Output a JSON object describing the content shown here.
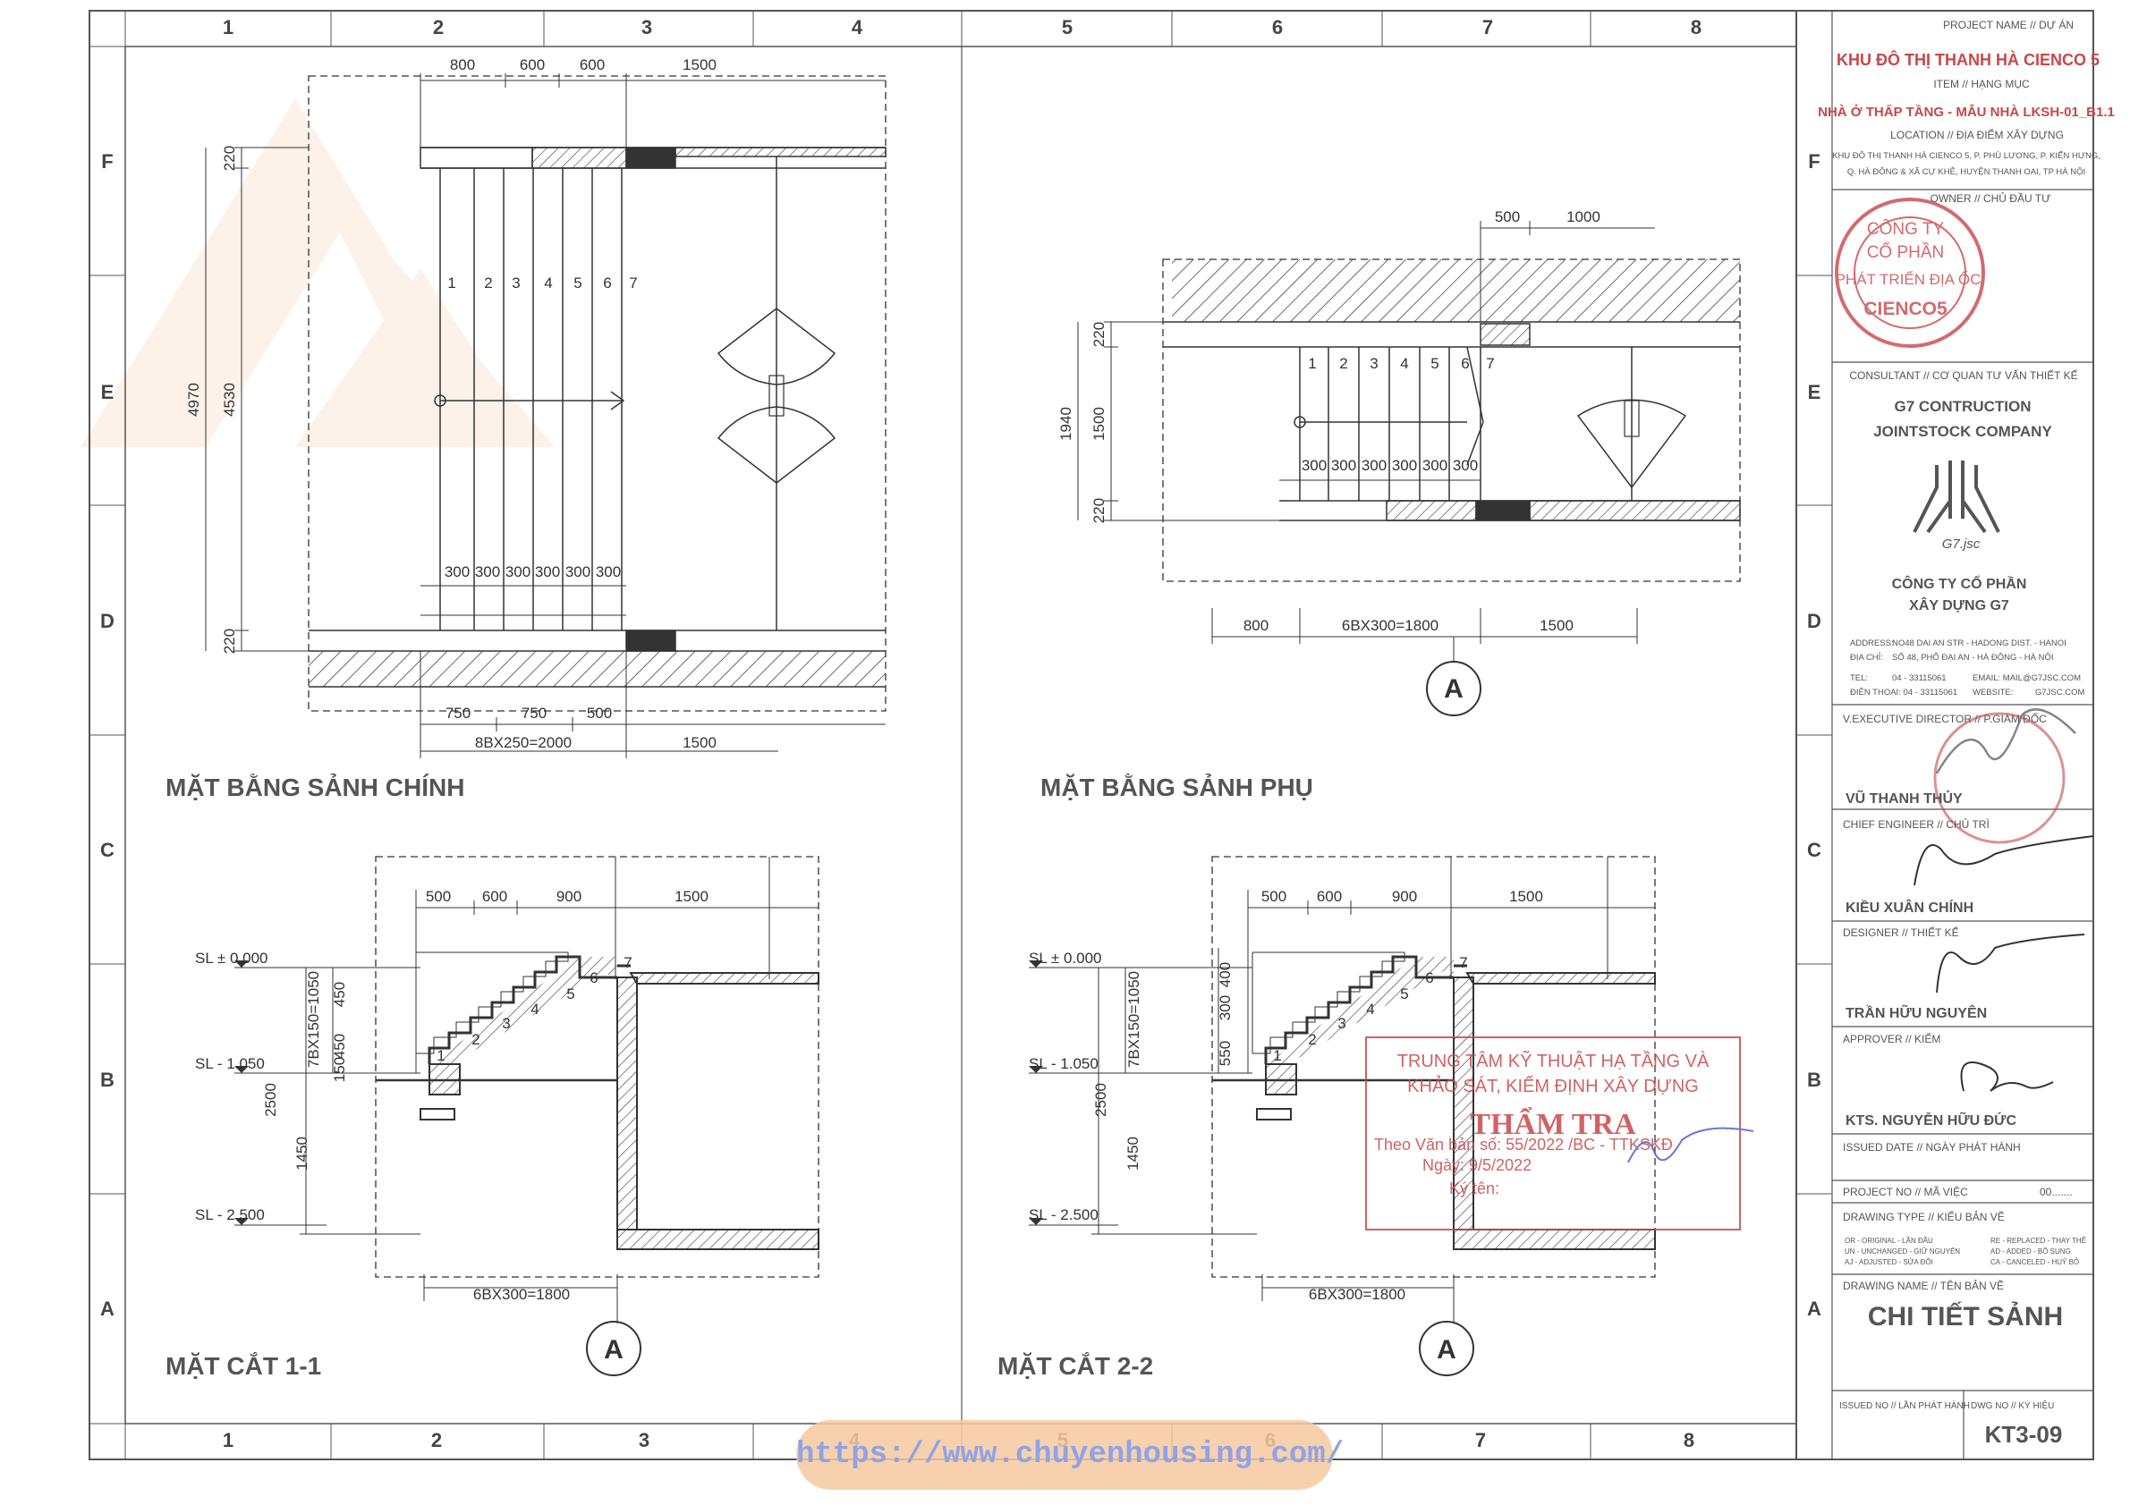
{
  "grid": {
    "columns": [
      "1",
      "2",
      "3",
      "4",
      "5",
      "6",
      "7",
      "8"
    ],
    "rows": [
      "F",
      "E",
      "D",
      "C",
      "B",
      "A"
    ]
  },
  "plans": {
    "main_lobby": {
      "title": "MẶT BẰNG SẢNH CHÍNH",
      "top_dims": [
        "800",
        "600",
        "600",
        "1500"
      ],
      "step_numbers": [
        "1",
        "2",
        "3",
        "4",
        "5",
        "6",
        "7"
      ],
      "tread_dims": [
        "300",
        "300",
        "300",
        "300",
        "300",
        "300"
      ],
      "left_dims": [
        "220",
        "4530",
        "220"
      ],
      "left_total": "4970",
      "bottom_dims": [
        "750",
        "750",
        "500"
      ],
      "bottom_total": "8BX250=2000",
      "bottom_right": "1500"
    },
    "side_lobby": {
      "title": "MẶT BẰNG SẢNH PHỤ",
      "top_dims": [
        "500",
        "1000"
      ],
      "step_numbers": [
        "1",
        "2",
        "3",
        "4",
        "5",
        "6",
        "7"
      ],
      "tread_dims": [
        "300",
        "300",
        "300",
        "300",
        "300",
        "300"
      ],
      "left_dims": [
        "220",
        "1500",
        "220"
      ],
      "left_total": "1940",
      "bottom_dims": [
        "800",
        "6BX300=1800",
        "1500"
      ],
      "axis_marker": "A"
    }
  },
  "sections": {
    "section_1": {
      "title": "MẶT CẮT 1-1",
      "top_dims": [
        "500",
        "600",
        "900",
        "1500"
      ],
      "levels": [
        "SL ± 0.000",
        "SL - 1.050",
        "SL - 2.500"
      ],
      "riser_dims": [
        "450",
        "450",
        "150"
      ],
      "riser_total": "7BX150=1050",
      "height_dims": [
        "2500",
        "1450"
      ],
      "step_numbers": [
        "1",
        "2",
        "3",
        "4",
        "5",
        "6",
        "7"
      ],
      "bottom_total": "6BX300=1800",
      "axis_marker": "A"
    },
    "section_2": {
      "title": "MẶT CẮT 2-2",
      "top_dims": [
        "500",
        "600",
        "900",
        "1500"
      ],
      "levels": [
        "SL ± 0.000",
        "SL - 1.050",
        "SL - 2.500"
      ],
      "riser_dims": [
        "400",
        "300",
        "550"
      ],
      "riser_total": "7BX150=1050",
      "height_dims": [
        "2500",
        "1450"
      ],
      "step_numbers": [
        "1",
        "2",
        "3",
        "4",
        "5",
        "6",
        "7"
      ],
      "bottom_total": "6BX300=1800",
      "axis_marker": "A"
    }
  },
  "stamp": {
    "line1": "TRUNG TÂM KỸ THUẬT HẠ TẦNG VÀ",
    "line2": "KHẢO SÁT, KIỂM ĐỊNH XÂY DỰNG",
    "title": "THẨM TRA",
    "line3": "Theo Văn bản số: 55/2022 /BC - TTKSKĐ",
    "line4": "Ngày: 9/5/2022",
    "line5": "Ký tên:"
  },
  "title_block": {
    "project_label": "PROJECT NAME // DỰ ÁN",
    "project_name": "KHU ĐÔ THỊ THANH HÀ CIENCO 5",
    "item_label": "ITEM // HẠNG MỤC",
    "item_name": "NHÀ Ở THẤP TẦNG - MẪU NHÀ LKSH-01_B1.1",
    "location_label": "LOCATION // ĐỊA ĐIỂM XÂY DỰNG",
    "location_line1": "KHU ĐÔ THỊ THANH HÀ CIENCO 5, P. PHÚ LƯƠNG, P. KIẾN HƯNG,",
    "location_line2": "Q. HÀ ĐÔNG & XÃ CỰ KHÊ, HUYỆN THANH OAI, TP HÀ NỘI",
    "owner_label": "OWNER // CHỦ ĐẦU TƯ",
    "owner_seal_line1": "CÔNG TY",
    "owner_seal_line2": "CỔ PHẦN",
    "owner_seal_line3": "PHÁT TRIỂN ĐỊA ỐC",
    "owner_seal_line4": "CIENCO5",
    "consultant_label": "CONSULTANT // CƠ QUAN TƯ VẤN THIẾT KẾ",
    "consultant_name1": "G7 CONTRUCTION",
    "consultant_name2": "JOINTSTOCK COMPANY",
    "logo_caption": "G7.jsc",
    "company_vi1": "CÔNG TY CỔ PHẦN",
    "company_vi2": "XÂY DỰNG G7",
    "address_label": "ADDRESS:",
    "address_value": "NO48 DAI AN STR - HADONG DIST. - HANOI",
    "address_vi_label": "ĐỊA CHỈ:",
    "address_vi_value": "SỐ 48, PHỐ ĐẠI AN - HÀ ĐÔNG - HÀ NỘI",
    "tel_label": "TEL:",
    "tel_value": "04 - 33115061",
    "email_label": "EMAIL: MAIL@G7JSC.COM",
    "phone_vi_label": "ĐIỆN THOẠI: 04 - 33115061",
    "website_label": "WEBSITE:",
    "website_value": "G7JSC.COM",
    "director_label": "V.EXECUTIVE DIRECTOR // P.GIÁM ĐỐC",
    "director_name": "VŨ THANH THỦY",
    "chief_label": "CHIEF ENGINEER // CHỦ TRÌ",
    "chief_name": "KIỀU XUÂN CHÍNH",
    "designer_label": "DESIGNER // THIẾT KẾ",
    "designer_name": "TRẦN HỮU NGUYÊN",
    "approver_label": "APPROVER // KIỂM",
    "approver_name": "KTS. NGUYỄN HỮU ĐỨC",
    "issued_date_label": "ISSUED DATE // NGÀY PHÁT HÀNH",
    "project_no_label": "PROJECT NO // MÃ VIỆC",
    "project_no_value": "00.......",
    "drawing_type_label": "DRAWING TYPE // KIỂU BẢN VẼ",
    "types": [
      "OR - ORIGINAL - LẦN ĐẦU",
      "UN - UNCHANGED - GIỮ NGUYÊN",
      "AJ - ADJUSTED - SỬA ĐỔI",
      "RE - REPLACED - THAY THẾ",
      "AD - ADDED - BỔ SUNG",
      "CA - CANCELED - HUỶ BỎ"
    ],
    "drawing_name_label": "DRAWING NAME // TÊN BẢN VẼ",
    "drawing_name": "CHI TIẾT SẢNH",
    "issued_no_label": "ISSUED NO // LẦN PHÁT HÀNH",
    "dwg_no_label": "DWG NO // KÝ HIỆU",
    "dwg_no": "KT3-09"
  },
  "watermark": "https://www.chuyenhousing.com/",
  "colors": {
    "line": "#333333",
    "stamp_red": "#c8474a",
    "watermark_pill": "#f6c9a0",
    "watermark_text": "#8fa3e6"
  }
}
